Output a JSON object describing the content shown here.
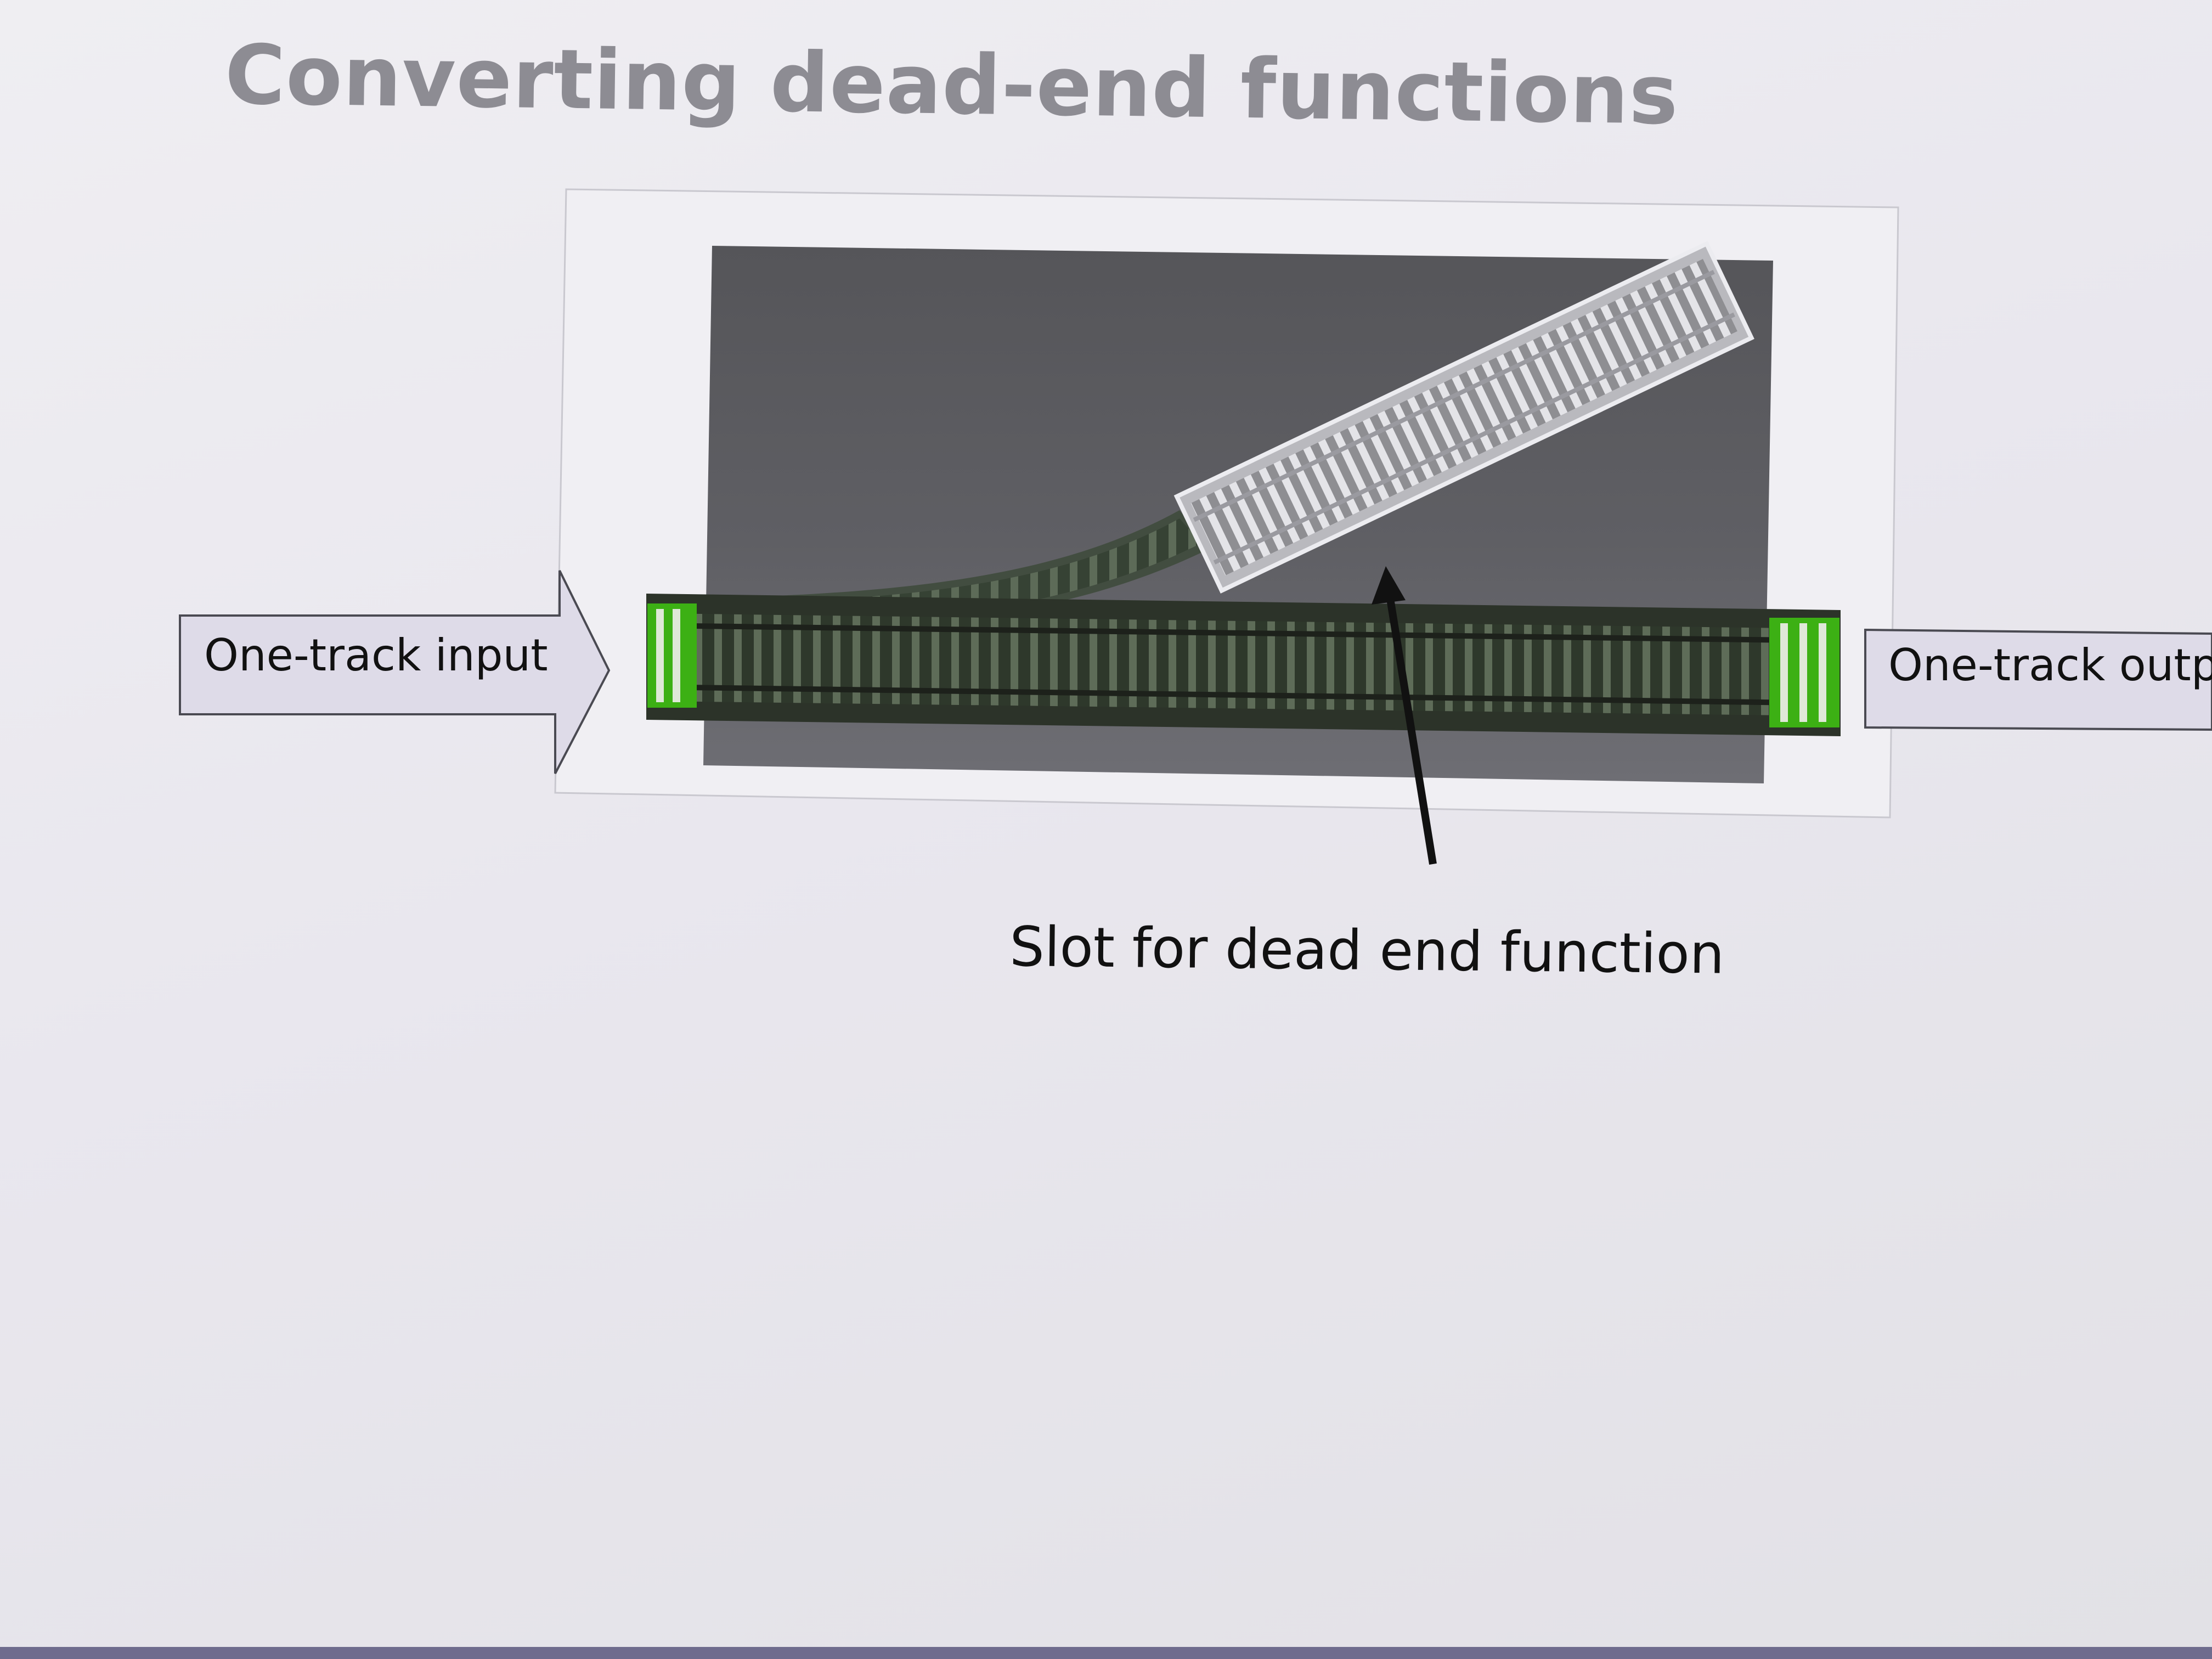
{
  "slide": {
    "title": "Converting dead-end functions"
  },
  "diagram": {
    "input_label": "One-track input",
    "output_label": "One-track outpu",
    "slot_label": "Slot for dead end function"
  },
  "colors": {
    "background": "#ecebf0",
    "title": "#8d8c93",
    "panel_dark": "#4c4c50",
    "track_green": "#3cb014",
    "arrow_fill": "#dedbe8"
  }
}
